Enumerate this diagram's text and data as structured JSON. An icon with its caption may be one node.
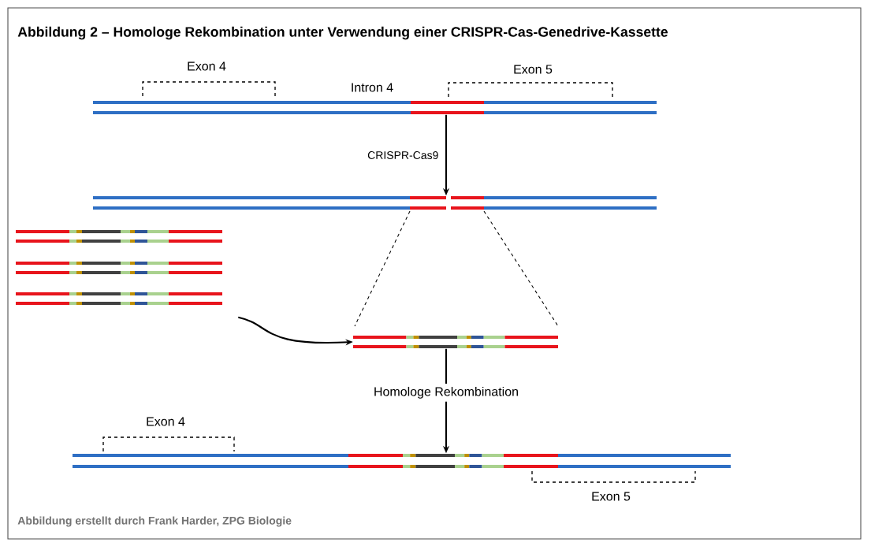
{
  "diagram": {
    "title": "Abbildung 2 – Homologe Rekombination unter Verwendung einer CRISPR-Cas-Genedrive-Kassette",
    "caption": "Abbildung erstellt durch Frank Harder, ZPG Biologie",
    "nodes": [
      {
        "text": [],
        "shape": "bar"
      },
      {
        "text": [],
        "shape": "bar"
      },
      {
        "text": [],
        "shape": "bar"
      },
      {
        "text": [],
        "shape": "bar"
      },
      {
        "text": [],
        "shape": "bar"
      },
      {
        "text": [],
        "shape": "bar"
      },
      {
        "text": [],
        "shape": "bar"
      }
    ],
    "edges": [
      {
        "from": 0,
        "to": 1,
        "arrow": "to",
        "label": "CRISPR-Cas9"
      },
      {
        "from": 4,
        "to": 5,
        "arrow": "to"
      },
      {
        "from": 5,
        "to": 6,
        "arrow": "to",
        "label": "Homologe Rekombination"
      }
    ],
    "labels": [
      "Exon 4",
      "Exon 5",
      "Intron 4",
      "Exon 4",
      "Exon 5"
    ]
  }
}
